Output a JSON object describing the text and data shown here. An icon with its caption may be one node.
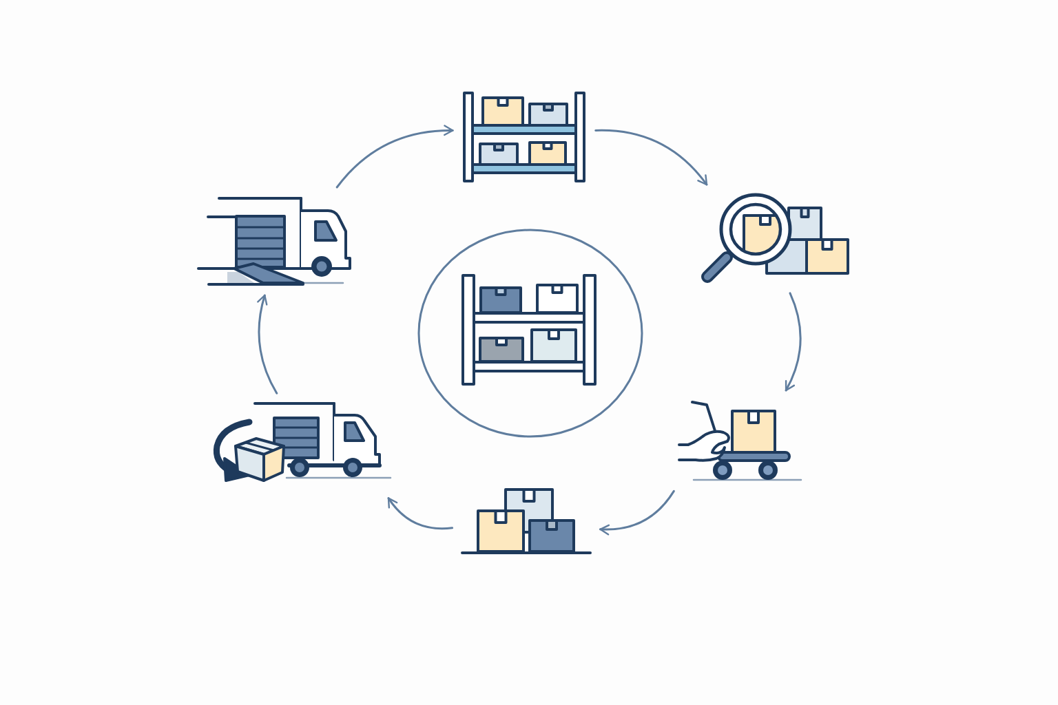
{
  "diagram": {
    "nodes": [
      {
        "text": [],
        "shape": "picture"
      },
      {
        "text": [],
        "shape": "picture"
      },
      {
        "text": [],
        "shape": "picture"
      },
      {
        "text": [],
        "shape": "picture"
      },
      {
        "text": [],
        "shape": "picture"
      },
      {
        "text": [],
        "shape": "picture"
      },
      {
        "text": [],
        "shape": "circle"
      },
      {
        "text": [],
        "shape": "picture",
        "in": 6
      }
    ],
    "edges": [
      {
        "from": 0,
        "to": 1,
        "arrow": "to"
      },
      {
        "from": 1,
        "to": 2,
        "arrow": "to"
      },
      {
        "from": 2,
        "to": 3,
        "arrow": "to"
      },
      {
        "from": 3,
        "to": 4,
        "arrow": "to"
      },
      {
        "from": 4,
        "to": 5,
        "arrow": "to"
      },
      {
        "from": 5,
        "to": 0,
        "arrow": "to"
      }
    ]
  }
}
